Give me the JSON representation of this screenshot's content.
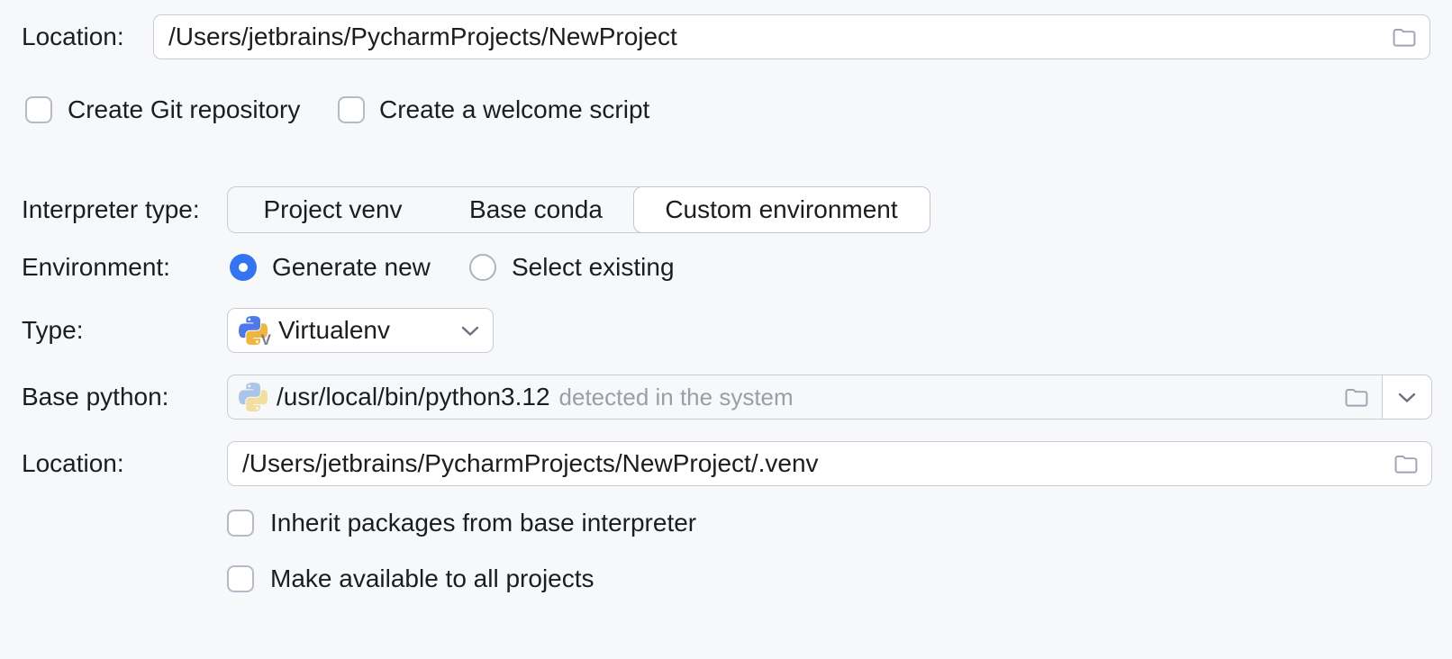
{
  "panel": {
    "project_location": {
      "label": "Location:",
      "value": "/Users/jetbrains/PycharmProjects/NewProject"
    },
    "create_git_repository": {
      "label": "Create Git repository",
      "checked": false
    },
    "create_welcome_script": {
      "label": "Create a welcome script",
      "checked": false
    },
    "interpreter_type": {
      "label": "Interpreter type:",
      "options": [
        {
          "label": "Project venv",
          "selected": false
        },
        {
          "label": "Base conda",
          "selected": false
        },
        {
          "label": "Custom environment",
          "selected": true
        }
      ]
    },
    "environment": {
      "label": "Environment:",
      "options": [
        {
          "label": "Generate new",
          "selected": true
        },
        {
          "label": "Select existing",
          "selected": false
        }
      ]
    },
    "type": {
      "label": "Type:",
      "value": "Virtualenv",
      "icon": "python-virtualenv-icon"
    },
    "base_python": {
      "label": "Base python:",
      "value": "/usr/local/bin/python3.12",
      "hint": "detected in the system",
      "icon": "python-icon"
    },
    "venv_location": {
      "label": "Location:",
      "value": "/Users/jetbrains/PycharmProjects/NewProject/.venv"
    },
    "inherit_packages": {
      "label": "Inherit packages from base interpreter",
      "checked": false
    },
    "make_available": {
      "label": "Make available to all projects",
      "checked": false
    }
  },
  "colors": {
    "background": "#F7F8FA",
    "accent_blue": "#3574F0",
    "field_border": "#C9CCD6",
    "hint_text": "#9A9EA8",
    "python_blue": "#4E79E8",
    "python_yellow": "#F0B440",
    "python_blue_pale": "#A9C6E8",
    "python_yellow_pale": "#F2DF9E"
  }
}
